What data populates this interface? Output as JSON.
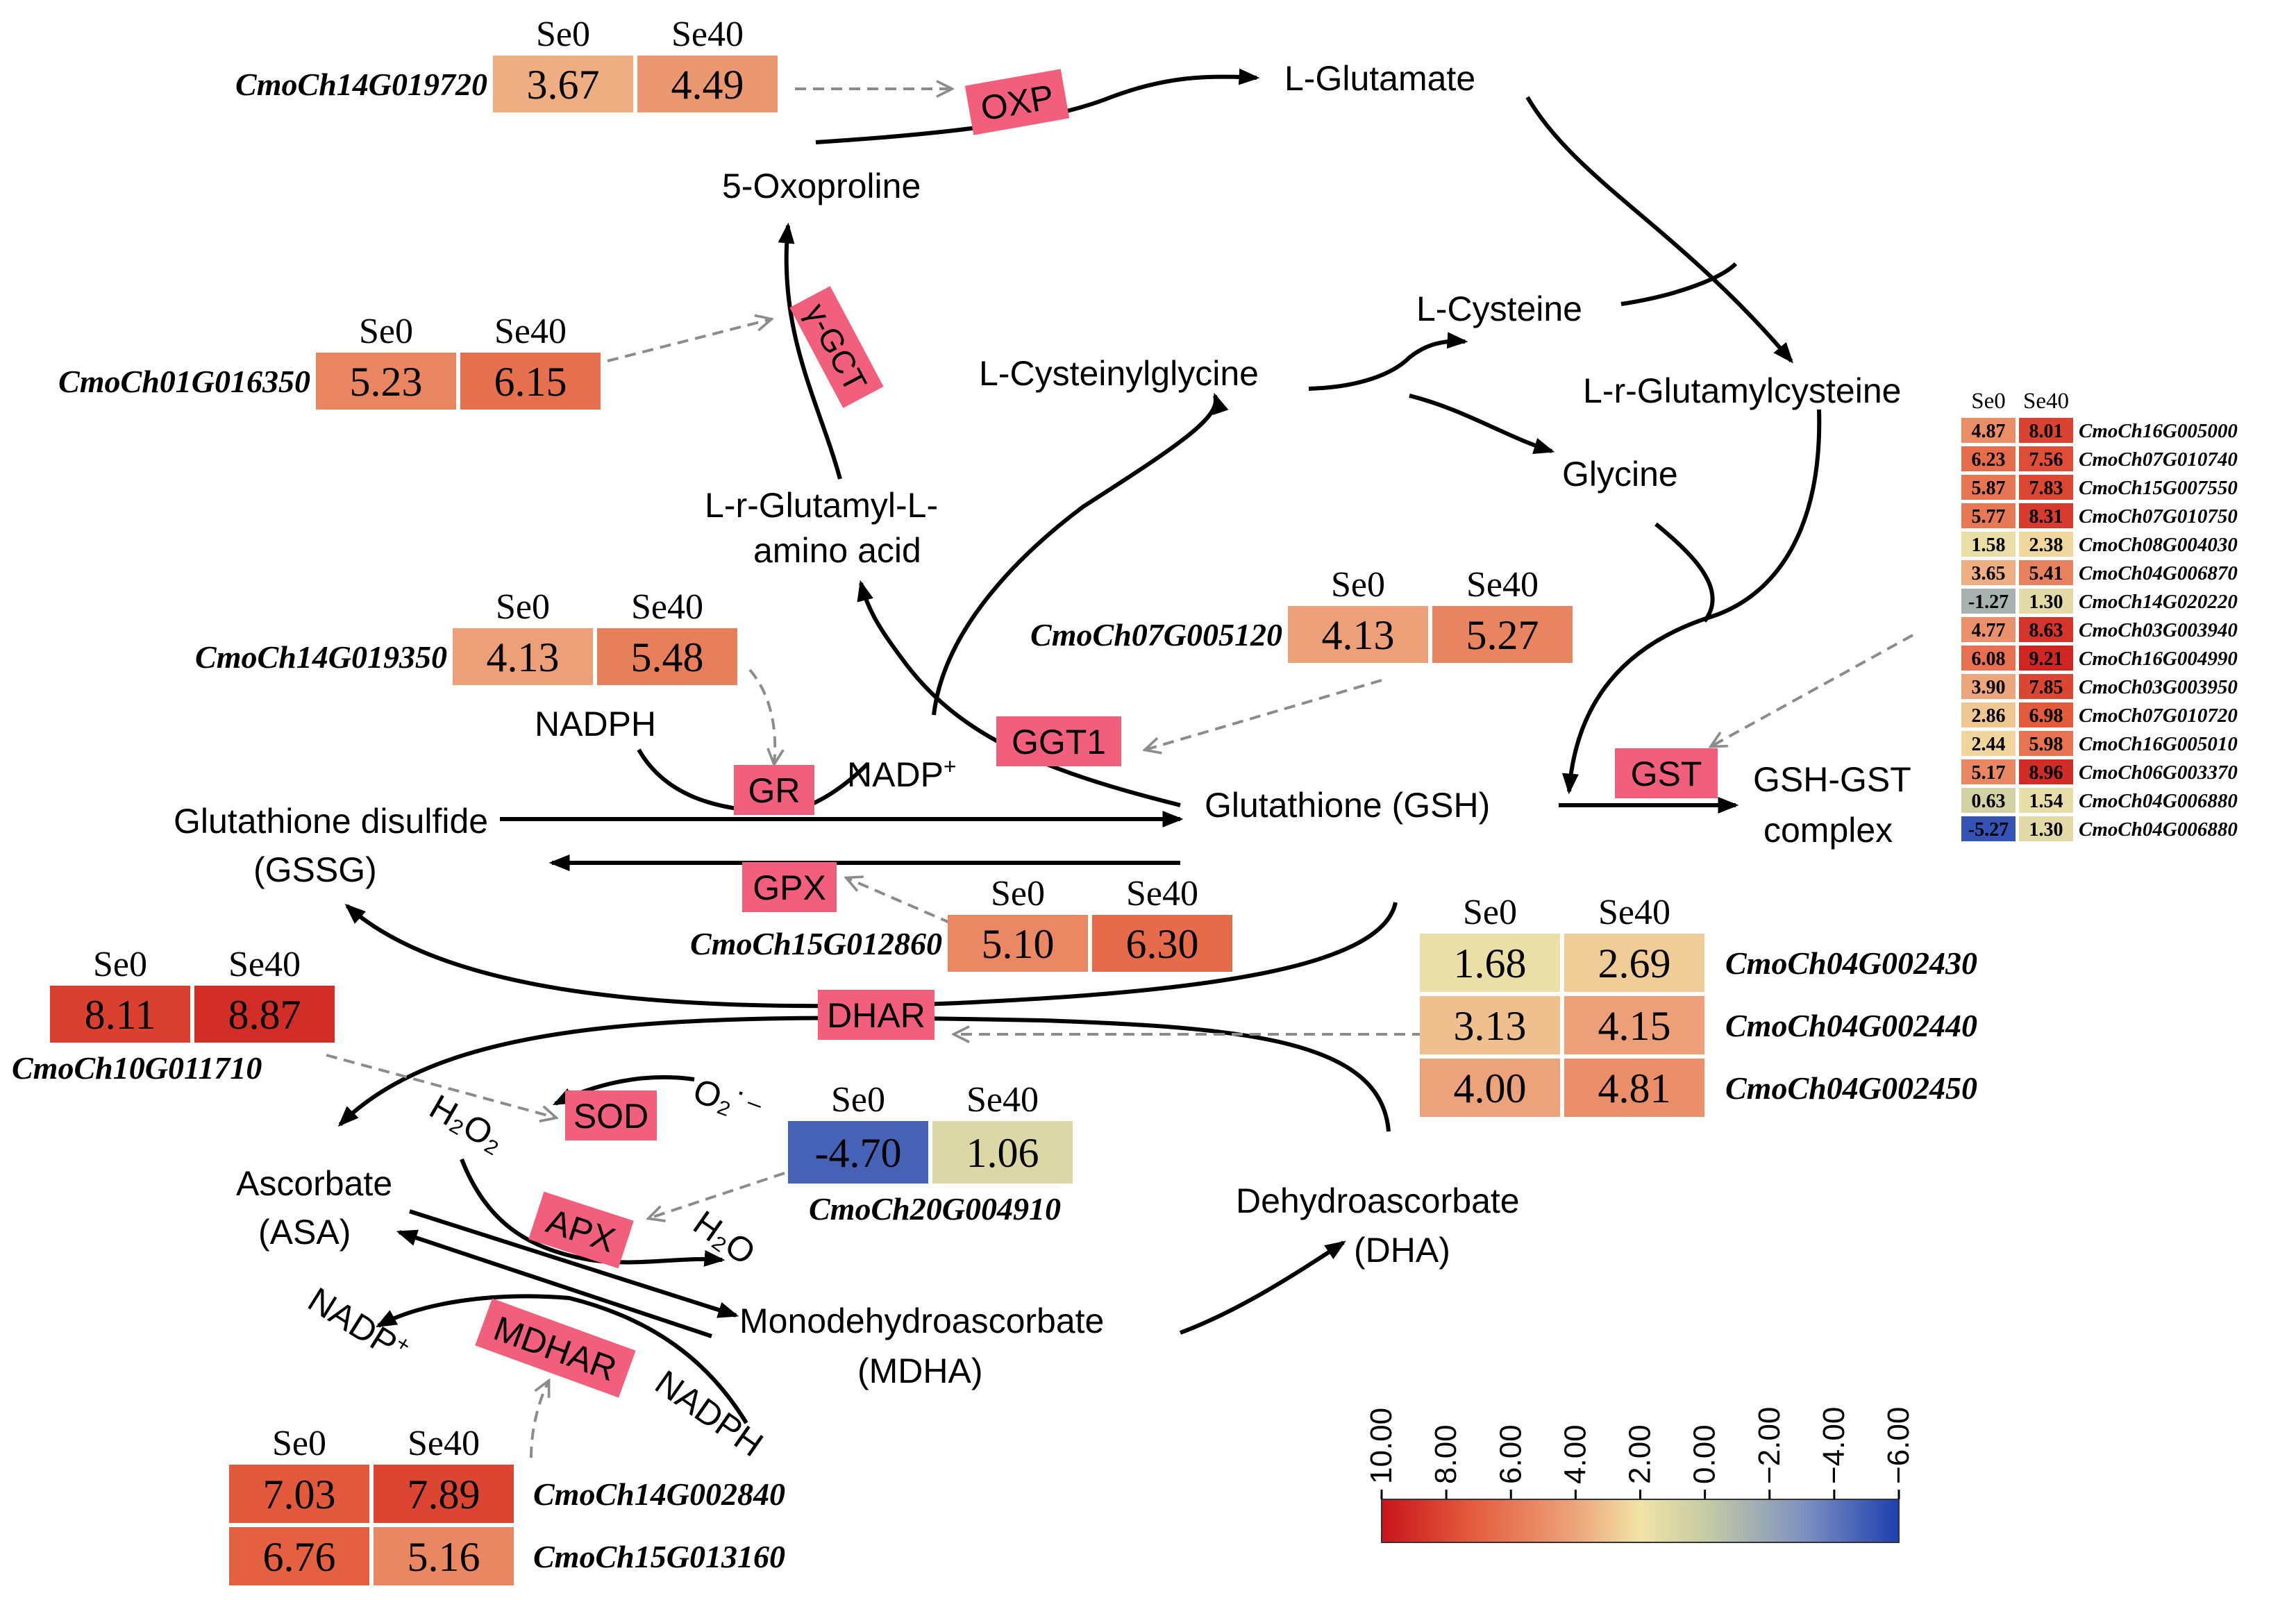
{
  "colors": {
    "enzyme_fill": "#f25f7c",
    "arrow": "#000000",
    "dashed_arrow": "#8c8c8c",
    "scale": [
      "#c8141b",
      "#e35a3c",
      "#eda37a",
      "#f1e3a6",
      "#c5caa5",
      "#7c90c0",
      "#1d3fb0"
    ]
  },
  "col_labels": {
    "se0": "Se0",
    "se40": "Se40"
  },
  "metabolites": {
    "l_glutamate": "L-Glutamate",
    "oxoproline": "5-Oxoproline",
    "l_cysteine": "L-Cysteine",
    "l_cysteinylglycine": "L-Cysteinylglycine",
    "l_r_glutamylcysteine": "L-r-Glutamylcysteine",
    "glycine": "Glycine",
    "glutamyl_amino_acid_1": "L-r-Glutamyl-L-",
    "glutamyl_amino_acid_2": "amino acid",
    "nadph_gr": "NADPH",
    "nadp_gr": "NADP",
    "nadp_gr_sup": "+",
    "gssg_1": "Glutathione disulfide",
    "gssg_2": "(GSSG)",
    "gsh": "Glutathione (GSH)",
    "gsh_gst_1": "GSH-GST",
    "gsh_gst_2": "complex",
    "o2_radical": "O₂˙⁻",
    "h2o2": "H₂O₂",
    "h2o": "H₂O",
    "asa_1": "Ascorbate",
    "asa_2": "(ASA)",
    "dha_1": "Dehydroascorbate",
    "dha_2": "(DHA)",
    "mdha_1": "Monodehydroascorbate",
    "mdha_2": "(MDHA)",
    "nadp_mdhar": "NADP",
    "nadp_mdhar_sup": "+",
    "nadph_mdhar": "NADPH"
  },
  "enzymes": {
    "oxp": "OXP",
    "ygct": "γ-GCT",
    "gr": "GR",
    "ggt1": "GGT1",
    "gpx": "GPX",
    "gst": "GST",
    "dhar": "DHAR",
    "sod": "SOD",
    "apx": "APX",
    "mdhar": "MDHAR"
  },
  "heatmaps": {
    "oxp": {
      "rows": [
        {
          "gene": "CmoCh14G019720",
          "se0": "3.67",
          "se40": "4.49",
          "v0": 3.67,
          "v40": 4.49
        }
      ]
    },
    "ygct": {
      "rows": [
        {
          "gene": "CmoCh01G016350",
          "se0": "5.23",
          "se40": "6.15",
          "v0": 5.23,
          "v40": 6.15
        }
      ]
    },
    "gr": {
      "rows": [
        {
          "gene": "CmoCh14G019350",
          "se0": "4.13",
          "se40": "5.48",
          "v0": 4.13,
          "v40": 5.48
        }
      ]
    },
    "ggt1": {
      "rows": [
        {
          "gene": "CmoCh07G005120",
          "se0": "4.13",
          "se40": "5.27",
          "v0": 4.13,
          "v40": 5.27
        }
      ]
    },
    "gpx": {
      "rows": [
        {
          "gene": "CmoCh15G012860",
          "se0": "5.10",
          "se40": "6.30",
          "v0": 5.1,
          "v40": 6.3
        }
      ]
    },
    "dhar": {
      "rows": [
        {
          "gene": "CmoCh04G002430",
          "se0": "1.68",
          "se40": "2.69",
          "v0": 1.68,
          "v40": 2.69
        },
        {
          "gene": "CmoCh04G002440",
          "se0": "3.13",
          "se40": "4.15",
          "v0": 3.13,
          "v40": 4.15
        },
        {
          "gene": "CmoCh04G002450",
          "se0": "4.00",
          "se40": "4.81",
          "v0": 4.0,
          "v40": 4.81
        }
      ]
    },
    "sod": {
      "rows": [
        {
          "gene": "CmoCh10G011710",
          "se0": "8.11",
          "se40": "8.87",
          "v0": 8.11,
          "v40": 8.87
        }
      ]
    },
    "apx": {
      "rows": [
        {
          "gene": "CmoCh20G004910",
          "se0": "-4.70",
          "se40": "1.06",
          "v0": -4.7,
          "v40": 1.06
        }
      ]
    },
    "mdhar": {
      "rows": [
        {
          "gene": "CmoCh14G002840",
          "se0": "7.03",
          "se40": "7.89",
          "v0": 7.03,
          "v40": 7.89
        },
        {
          "gene": "CmoCh15G013160",
          "se0": "6.76",
          "se40": "5.16",
          "v0": 6.76,
          "v40": 5.16
        }
      ]
    },
    "gst": {
      "rows": [
        {
          "gene": "CmoCh16G005000",
          "se0": "4.87",
          "se40": "8.01",
          "v0": 4.87,
          "v40": 8.01
        },
        {
          "gene": "CmoCh07G010740",
          "se0": "6.23",
          "se40": "7.56",
          "v0": 6.23,
          "v40": 7.56
        },
        {
          "gene": "CmoCh15G007550",
          "se0": "5.87",
          "se40": "7.83",
          "v0": 5.87,
          "v40": 7.83
        },
        {
          "gene": "CmoCh07G010750",
          "se0": "5.77",
          "se40": "8.31",
          "v0": 5.77,
          "v40": 8.31
        },
        {
          "gene": "CmoCh08G004030",
          "se0": "1.58",
          "se40": "2.38",
          "v0": 1.58,
          "v40": 2.38
        },
        {
          "gene": "CmoCh04G006870",
          "se0": "3.65",
          "se40": "5.41",
          "v0": 3.65,
          "v40": 5.41
        },
        {
          "gene": "CmoCh14G020220",
          "se0": "-1.27",
          "se40": "1.30",
          "v0": -1.27,
          "v40": 1.3
        },
        {
          "gene": "CmoCh03G003940",
          "se0": "4.77",
          "se40": "8.63",
          "v0": 4.77,
          "v40": 8.63
        },
        {
          "gene": "CmoCh16G004990",
          "se0": "6.08",
          "se40": "9.21",
          "v0": 6.08,
          "v40": 9.21
        },
        {
          "gene": "CmoCh03G003950",
          "se0": "3.90",
          "se40": "7.85",
          "v0": 3.9,
          "v40": 7.85
        },
        {
          "gene": "CmoCh07G010720",
          "se0": "2.86",
          "se40": "6.98",
          "v0": 2.86,
          "v40": 6.98
        },
        {
          "gene": "CmoCh16G005010",
          "se0": "2.44",
          "se40": "5.98",
          "v0": 2.44,
          "v40": 5.98
        },
        {
          "gene": "CmoCh06G003370",
          "se0": "5.17",
          "se40": "8.96",
          "v0": 5.17,
          "v40": 8.96
        },
        {
          "gene": "CmoCh04G006880",
          "se0": "0.63",
          "se40": "1.54",
          "v0": 0.63,
          "v40": 1.54
        },
        {
          "gene": "CmoCh04G006880",
          "se0": "-5.27",
          "se40": "1.30",
          "v0": -5.27,
          "v40": 1.3
        }
      ]
    }
  },
  "scale_ticks": [
    "10.00",
    "8.00",
    "6.00",
    "4.00",
    "2.00",
    "0.00",
    "−2.00",
    "−4.00",
    "−6.00"
  ],
  "scale_range": [
    10,
    -6
  ]
}
